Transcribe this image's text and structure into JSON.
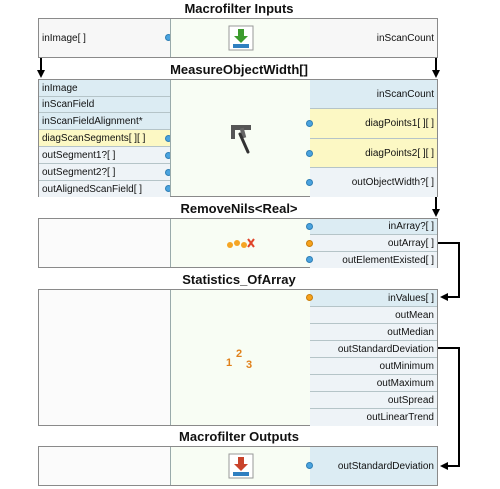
{
  "macro_inputs": {
    "title": "Macrofilter Inputs",
    "left_port": "inImage[ ]",
    "right_port": "inScanCount",
    "icon": "green-down-arrow-icon"
  },
  "measure": {
    "title": "MeasureObjectWidth[]",
    "inputs": [
      "inImage",
      "inScanField",
      "inScanFieldAlignment*",
      "diagScanSegments[ ][ ]",
      "outSegment1?[ ]",
      "outSegment2?[ ]",
      "outAlignedScanField[ ]"
    ],
    "outputs": [
      "inScanCount",
      "diagPoints1[ ][ ]",
      "diagPoints2[ ][ ]",
      "outObjectWidth?[ ]"
    ],
    "icon": "caliper-icon"
  },
  "remove_nils": {
    "title": "RemoveNils<Real>",
    "ports": [
      "inArray?[ ]",
      "outArray[ ]",
      "outElementExisted[ ]"
    ],
    "icon": "remove-nils-icon"
  },
  "statistics": {
    "title": "Statistics_OfArray",
    "ports": [
      "inValues[ ]",
      "outMean",
      "outMedian",
      "outStandardDeviation",
      "outMinimum",
      "outMaximum",
      "outSpread",
      "outLinearTrend"
    ],
    "icon": "statistics-123-icon",
    "icon_digits": [
      "1",
      "2",
      "3"
    ]
  },
  "macro_outputs": {
    "title": "Macrofilter Outputs",
    "right_port": "outStandardDeviation",
    "icon": "red-down-arrow-icon"
  },
  "colors": {
    "input_port": "#dcecf3",
    "diag_port": "#fcf8c4",
    "connector_blue": "#4aa3df",
    "connector_orange": "#f7a21b",
    "wire": "#000000"
  }
}
